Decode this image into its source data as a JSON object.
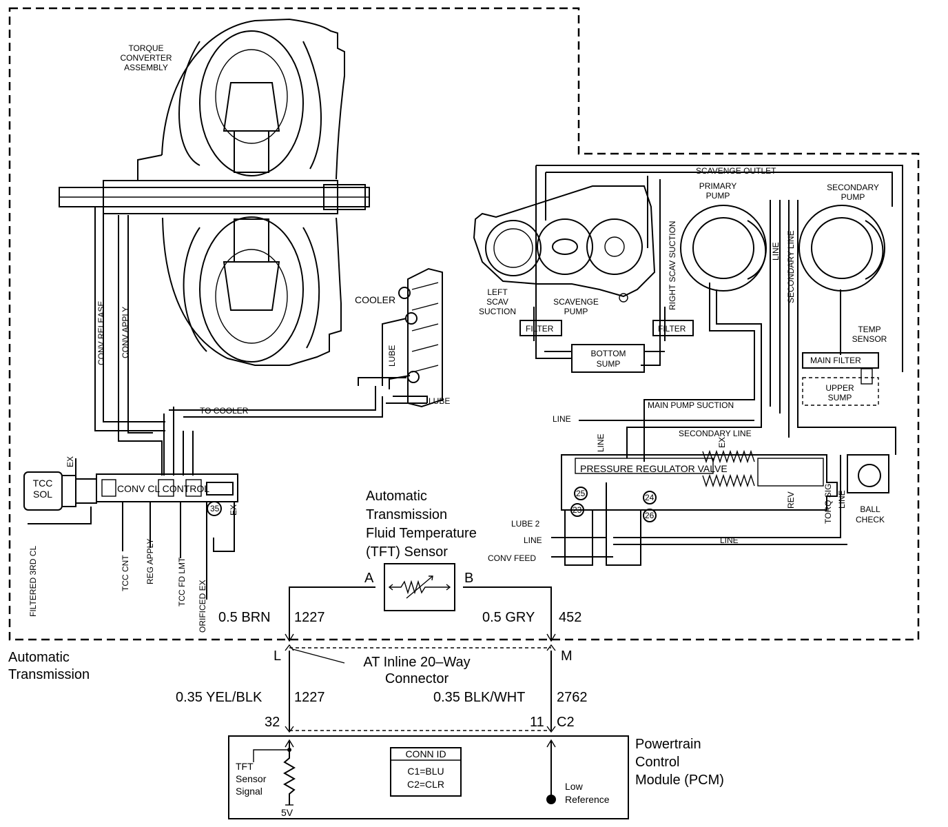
{
  "hydraulic": {
    "torque_converter": "TORQUE\nCONVERTER\nASSEMBLY",
    "cooler": "COOLER",
    "lube": "LUBE",
    "to_cooler": "TO COOLER",
    "conv_release": "CONV RELEASE",
    "conv_apply": "CONV APPLY",
    "tcc_sol": "TCC\nSOL",
    "ex": "EX",
    "conv_cl_control": "CONV CL CONTROL",
    "filtered_3rd_cl": "FILTERED 3RD CL",
    "tcc_cnt": "TCC CNT",
    "reg_apply": "REG APPLY",
    "tcc_fd_lmt": "TCC FD LMT",
    "orificed_ex": "ORIFICED EX",
    "ball_35": "35",
    "left_scav_suction": "LEFT\nSCAV\nSUCTION",
    "scavenge_pump": "SCAVENGE\nPUMP",
    "right_scav_suction": "RIGHT SCAV SUCTION",
    "scavenge_outlet": "SCAVENGE OUTLET",
    "primary_pump": "PRIMARY\nPUMP",
    "secondary_pump": "SECONDARY\nPUMP",
    "line": "LINE",
    "secondary_line": "SECONDARY LINE",
    "filter": "FILTER",
    "bottom_sump": "BOTTOM\nSUMP",
    "temp_sensor": "TEMP\nSENSOR",
    "main_filter": "MAIN FILTER",
    "upper_sump": "UPPER\nSUMP",
    "main_pump_suction": "MAIN PUMP SUCTION",
    "pressure_regulator_valve": "PRESSURE REGULATOR VALVE",
    "lube_2": "LUBE 2",
    "conv_feed": "CONV FEED",
    "rev": "REV",
    "torq_sig": "TORQ SIG",
    "ball_check": "BALL\nCHECK",
    "ball_25": "25",
    "ball_23": "23",
    "ball_24": "24",
    "ball_26": "26"
  },
  "electrical": {
    "tft_sensor": "Automatic\nTransmission\nFluid Temperature\n(TFT) Sensor",
    "pin_a": "A",
    "pin_b": "B",
    "wire_a": "0.5 BRN",
    "circuit_a": "1227",
    "wire_b": "0.5 GRY",
    "circuit_b": "452",
    "automatic_transmission": "Automatic\nTransmission",
    "pin_l": "L",
    "pin_m": "M",
    "inline_connector": "AT Inline 20–Way\nConnector",
    "wire_l": "0.35 YEL/BLK",
    "circuit_l": "1227",
    "wire_m": "0.35 BLK/WHT",
    "circuit_m": "2762",
    "pcm_pin_32": "32",
    "pcm_pin_11": "11",
    "pcm_connector": "C2",
    "pcm": "Powertrain\nControl\nModule (PCM)",
    "conn_id_title": "CONN ID",
    "conn_id_c1": "C1=BLU",
    "conn_id_c2": "C2=CLR",
    "tft_sensor_signal": "TFT\nSensor\nSignal",
    "five_v": "5V",
    "low_reference": "Low\nReference"
  }
}
